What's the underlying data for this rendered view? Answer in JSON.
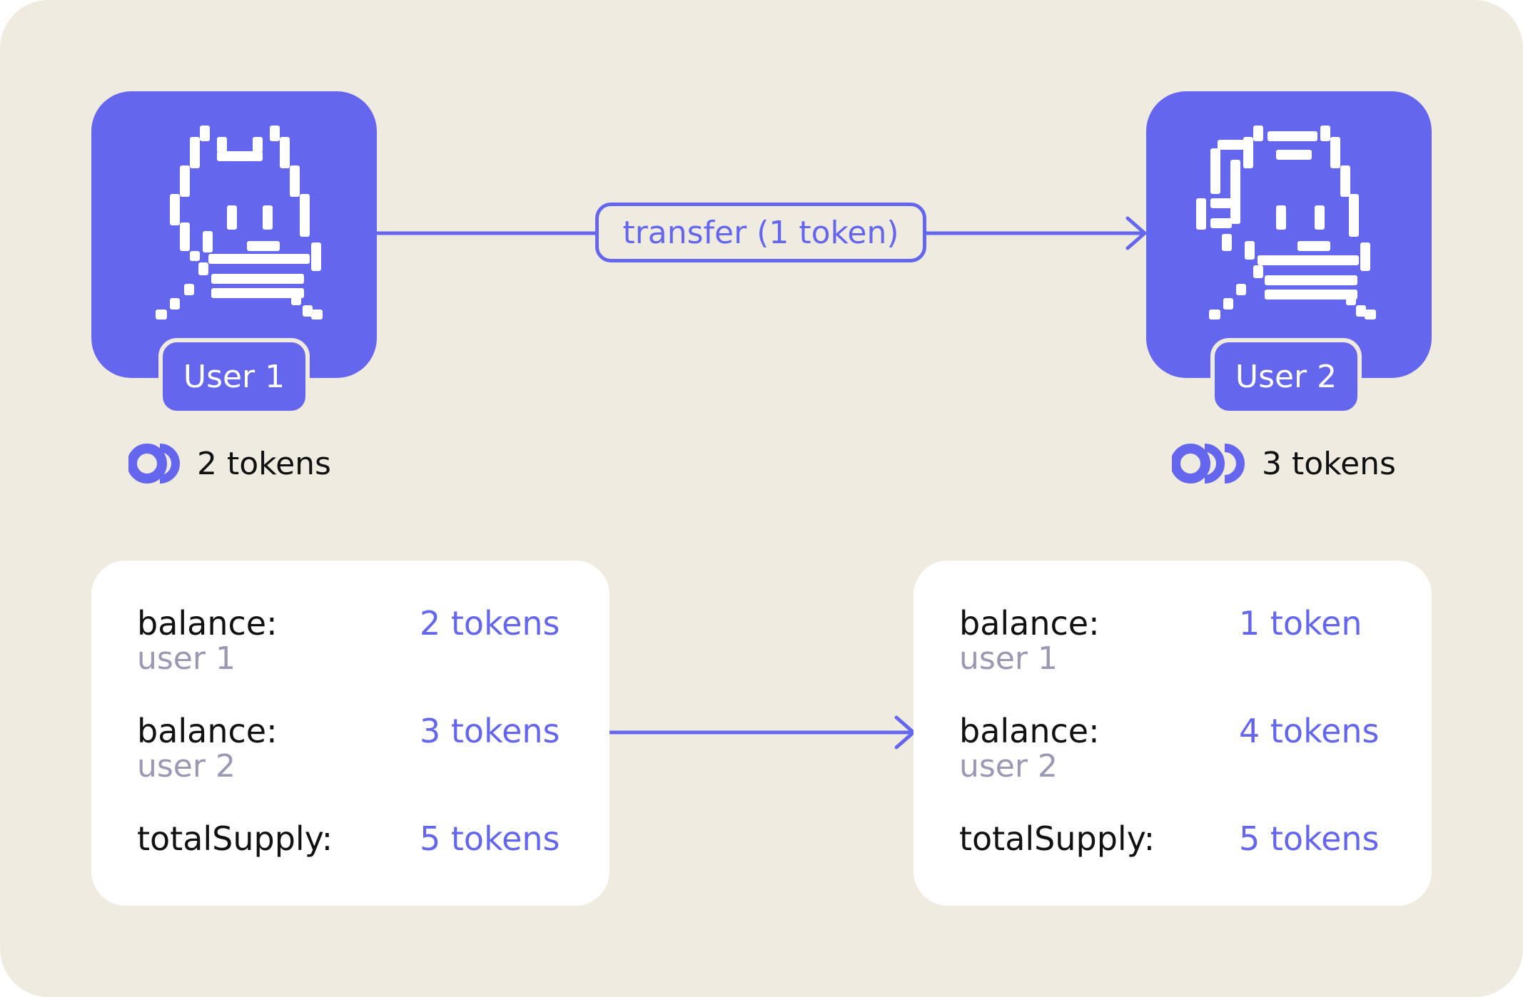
{
  "transfer_label": "transfer (1 token)",
  "users": [
    {
      "name": "User 1",
      "tokens_text": "2 tokens",
      "coin_count": 2
    },
    {
      "name": "User 2",
      "tokens_text": "3 tokens",
      "coin_count": 3
    }
  ],
  "before": {
    "rows": [
      {
        "label": "balance:",
        "sub": "user 1",
        "value": "2 tokens"
      },
      {
        "label": "balance:",
        "sub": "user 2",
        "value": "3 tokens"
      },
      {
        "label": "totalSupply:",
        "sub": "",
        "value": "5 tokens"
      }
    ]
  },
  "after": {
    "rows": [
      {
        "label": "balance:",
        "sub": "user 1",
        "value": "1 token"
      },
      {
        "label": "balance:",
        "sub": "user 2",
        "value": "4 tokens"
      },
      {
        "label": "totalSupply:",
        "sub": "",
        "value": "5 tokens"
      }
    ]
  },
  "colors": {
    "accent": "#6466ee",
    "background": "#f0ebe0",
    "card": "#ffffff",
    "subtext": "#9a98b4"
  }
}
